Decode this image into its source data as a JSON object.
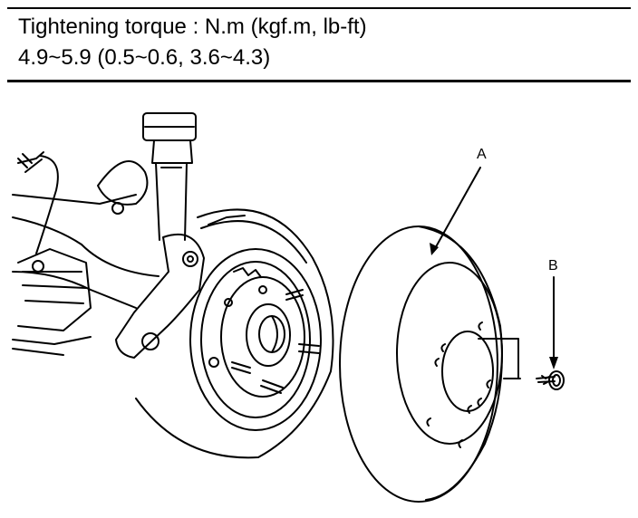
{
  "spec": {
    "line1": "Tightening torque : N.m (kgf.m, lb-ft)",
    "line2": "4.9~5.9 (0.5~0.6, 3.6~4.3)"
  },
  "diagram": {
    "callouts": {
      "a": "A",
      "b": "B"
    }
  }
}
